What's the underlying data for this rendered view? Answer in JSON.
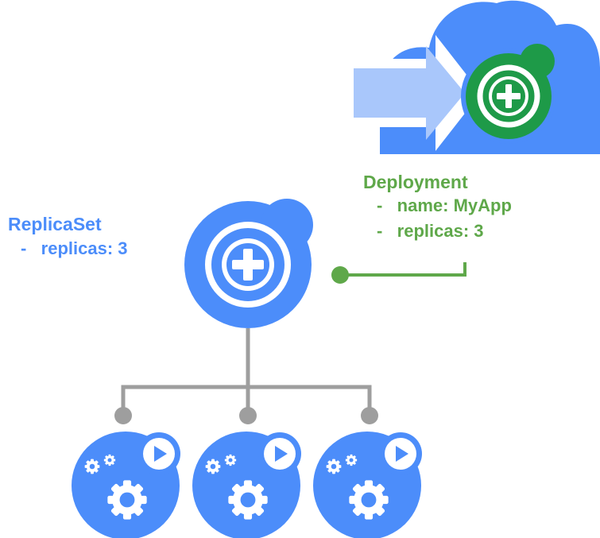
{
  "colors": {
    "blue": "#4c8dfa",
    "light_blue": "#a9c7fb",
    "green": "#5fa84a",
    "green_dark": "#1e9a48",
    "connector_gray": "#9e9e9e"
  },
  "cloud": {
    "icon": "cloud-icon"
  },
  "deployment": {
    "icon": "deployment-icon",
    "label": "Deployment",
    "props": [
      "-   name: MyApp",
      "-   replicas: 3"
    ]
  },
  "replicaset": {
    "icon": "replicaset-icon",
    "label": "ReplicaSet",
    "props": [
      "-   replicas: 3"
    ]
  },
  "pods": [
    {
      "icon": "pod-gears-icon"
    },
    {
      "icon": "pod-gears-icon"
    },
    {
      "icon": "pod-gears-icon"
    }
  ]
}
